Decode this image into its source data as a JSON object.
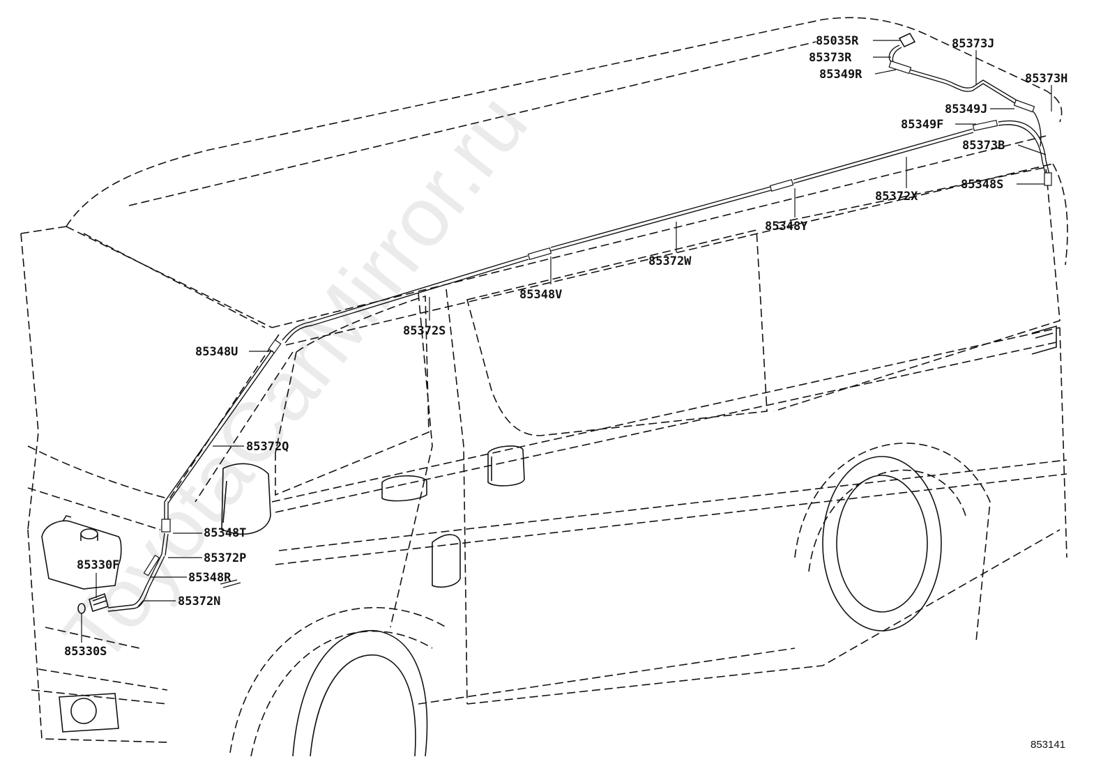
{
  "parts": [
    {
      "id": "p1",
      "label": "85035R"
    },
    {
      "id": "p2",
      "label": "85373R"
    },
    {
      "id": "p3",
      "label": "85349R"
    },
    {
      "id": "p4",
      "label": "85373J"
    },
    {
      "id": "p5",
      "label": "85373H"
    },
    {
      "id": "p6",
      "label": "85349J"
    },
    {
      "id": "p7",
      "label": "85349F"
    },
    {
      "id": "p8",
      "label": "85373B"
    },
    {
      "id": "p9",
      "label": "85348S"
    },
    {
      "id": "p10",
      "label": "85372X"
    },
    {
      "id": "p11",
      "label": "85348Y"
    },
    {
      "id": "p12",
      "label": "85372W"
    },
    {
      "id": "p13",
      "label": "85348V"
    },
    {
      "id": "p14",
      "label": "85372S"
    },
    {
      "id": "p15",
      "label": "85348U"
    },
    {
      "id": "p16",
      "label": "85372Q"
    },
    {
      "id": "p17",
      "label": "85348T"
    },
    {
      "id": "p18",
      "label": "85372P"
    },
    {
      "id": "p19",
      "label": "85348R"
    },
    {
      "id": "p20",
      "label": "85372N"
    },
    {
      "id": "p21",
      "label": "85330F"
    },
    {
      "id": "p22",
      "label": "85330S"
    }
  ],
  "figure_number": "853141",
  "watermark": "ToyotaCarMirror.ru",
  "colors": {
    "line": "#111111",
    "background": "#ffffff",
    "watermark": "#c8c8c8"
  }
}
